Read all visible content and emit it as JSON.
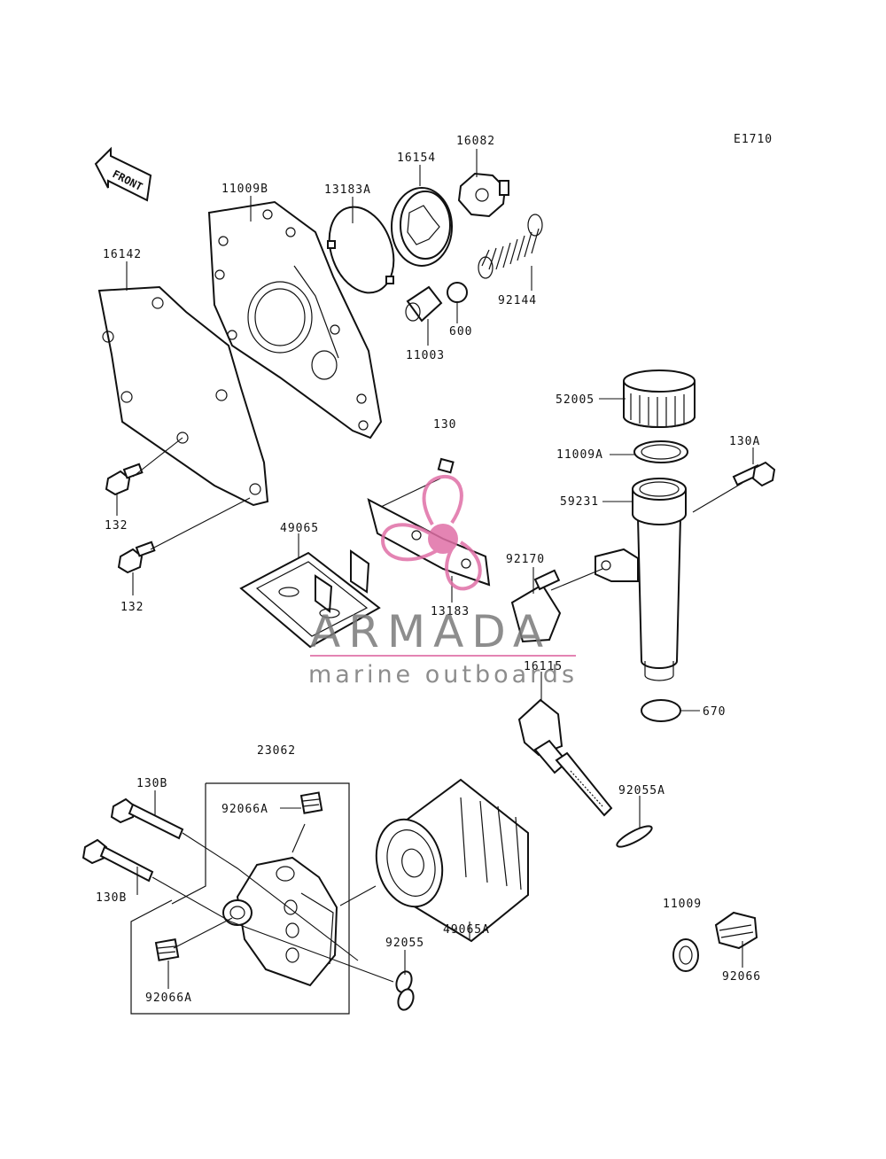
{
  "diagram_code": "E1710",
  "front_label": "FRONT",
  "watermark": {
    "brand": "ARMADA",
    "tagline": "marine outboards",
    "accent_color": "#e06fa6",
    "text_color": "#7a7a7a"
  },
  "parts": {
    "p11009B": "11009B",
    "p13183A": "13183A",
    "p16154": "16154",
    "p16082": "16082",
    "p16142": "16142",
    "p92144": "92144",
    "p600": "600",
    "p11003": "11003",
    "p130": "130",
    "p52005": "52005",
    "p11009A": "11009A",
    "p130A": "130A",
    "p59231": "59231",
    "p132a": "132",
    "p132b": "132",
    "p49065": "49065",
    "p13183": "13183",
    "p92170": "92170",
    "p16115": "16115",
    "p670": "670",
    "p23062": "23062",
    "p130Ba": "130B",
    "p130Bb": "130B",
    "p92066Aa": "92066A",
    "p92066Ab": "92066A",
    "p92055A": "92055A",
    "p49065A": "49065A",
    "p92055": "92055",
    "p11009": "11009",
    "p92066": "92066"
  }
}
